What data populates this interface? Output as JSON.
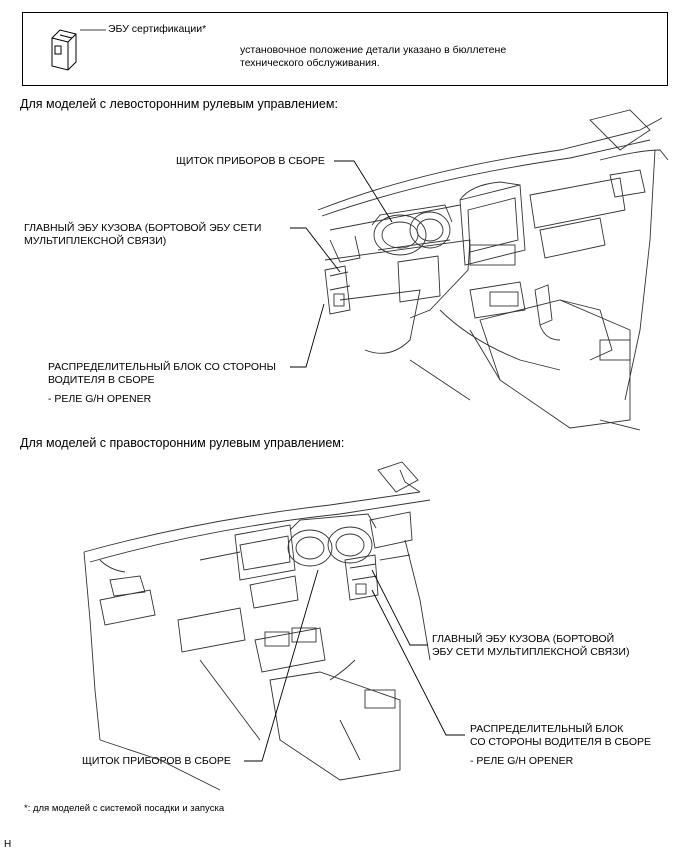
{
  "legend": {
    "ecu_label": "ЭБУ сертификации*",
    "note_line1": "установочное положение детали указано в бюллетене",
    "note_line2": "технического обслуживания."
  },
  "lhd": {
    "heading": "Для моделей с левосторонним рулевым управлением:",
    "combination_meter": "ЩИТОК ПРИБОРОВ В СБОРЕ",
    "main_body_ecu_line1": "ГЛАВНЫЙ ЭБУ КУЗОВА (БОРТОВОЙ ЭБУ СЕТИ",
    "main_body_ecu_line2": "МУЛЬТИПЛЕКСНОЙ СВЯЗИ)",
    "junction_block_line1": "РАСПРЕДЕЛИТЕЛЬНЫЙ БЛОК СО СТОРОНЫ",
    "junction_block_line2": "ВОДИТЕЛЯ В СБОРЕ",
    "relay": "- РЕЛЕ G/H OPENER"
  },
  "rhd": {
    "heading": "Для моделей с правосторонним рулевым управлением:",
    "main_body_ecu_line1": "ГЛАВНЫЙ ЭБУ КУЗОВА (БОРТОВОЙ",
    "main_body_ecu_line2": "ЭБУ СЕТИ МУЛЬТИПЛЕКСНОЙ СВЯЗИ)",
    "junction_block_line1": "РАСПРЕДЕЛИТЕЛЬНЫЙ БЛОК",
    "junction_block_line2": "СО СТОРОНЫ ВОДИТЕЛЯ В СБОРЕ",
    "relay": "- РЕЛЕ G/H OPENER",
    "combination_meter": "ЩИТОК ПРИБОРОВ В СБОРЕ"
  },
  "footnote": "*: для моделей с системой посадки и запуска",
  "corner_mark": "H"
}
